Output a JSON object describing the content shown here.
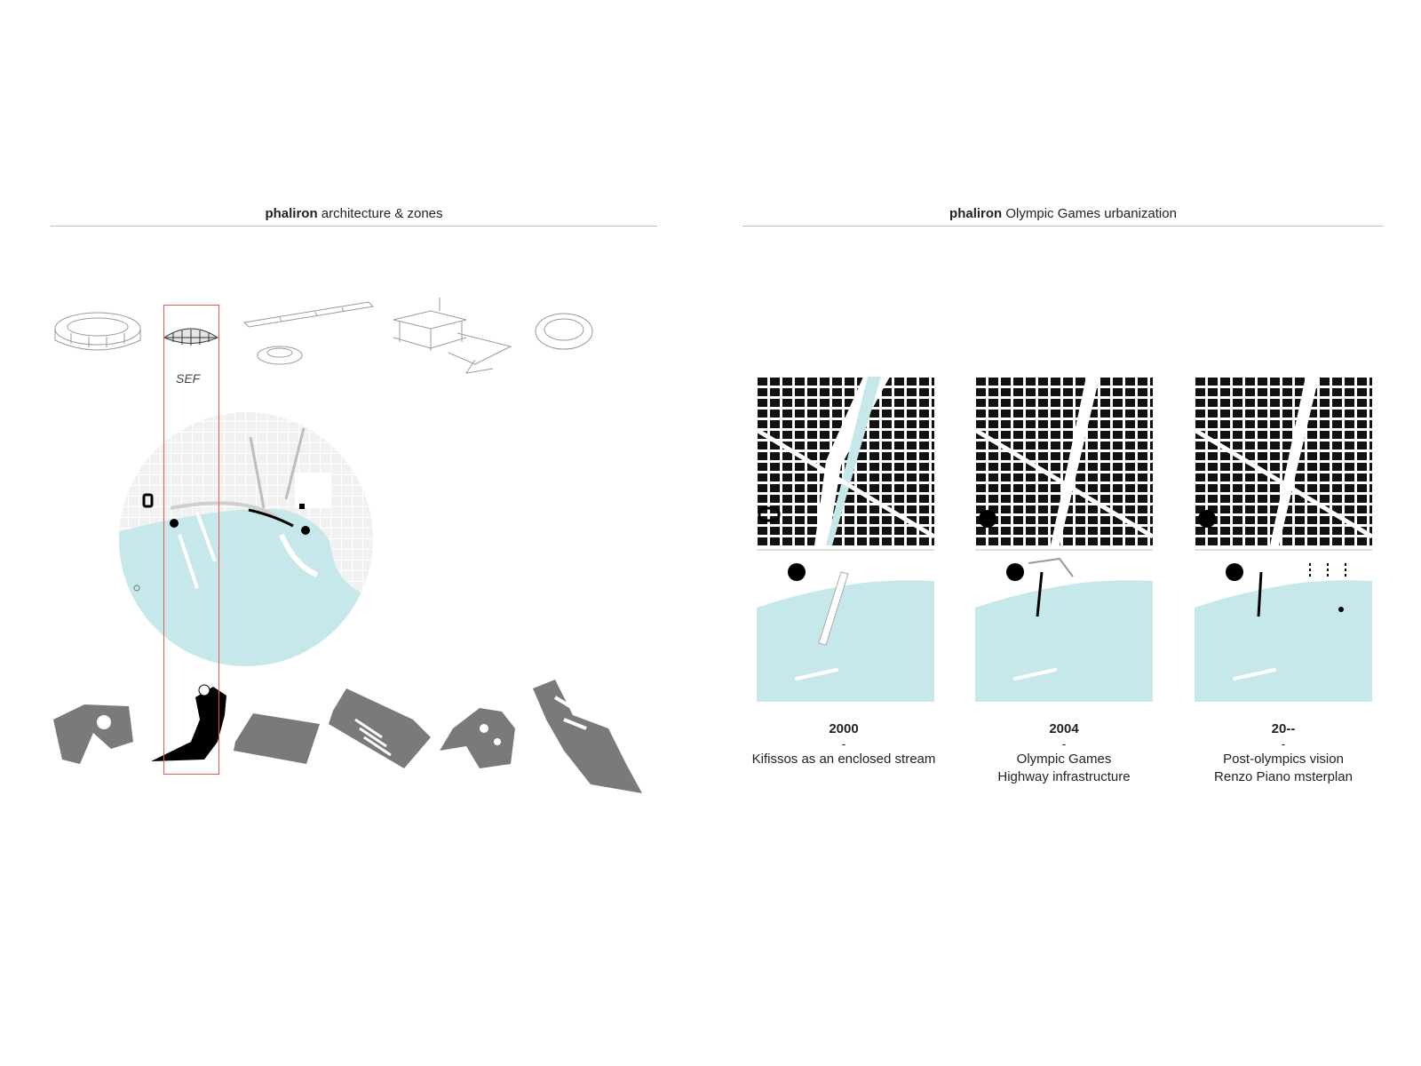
{
  "left": {
    "title_bold": "phaliron",
    "title_rest": " architecture & zones",
    "highlight_label": "SEF"
  },
  "right": {
    "title_bold": "phaliron",
    "title_rest": " Olympic Games urbanization",
    "panels": [
      {
        "year": "2000",
        "dash": "-",
        "lines": [
          "Kifissos as an enclosed stream",
          ""
        ]
      },
      {
        "year": "2004",
        "dash": "-",
        "lines": [
          "Olympic Games",
          "Highway infrastructure"
        ]
      },
      {
        "year": "20--",
        "dash": "-",
        "lines": [
          "Post-olympics vision",
          "Renzo Piano msterplan"
        ]
      }
    ]
  },
  "colors": {
    "sea": "#c7e8ea",
    "buildings": "#111111",
    "zones": "#7a7a7a",
    "highlight": "#e05a5a",
    "rule": "#bdbdbd"
  }
}
